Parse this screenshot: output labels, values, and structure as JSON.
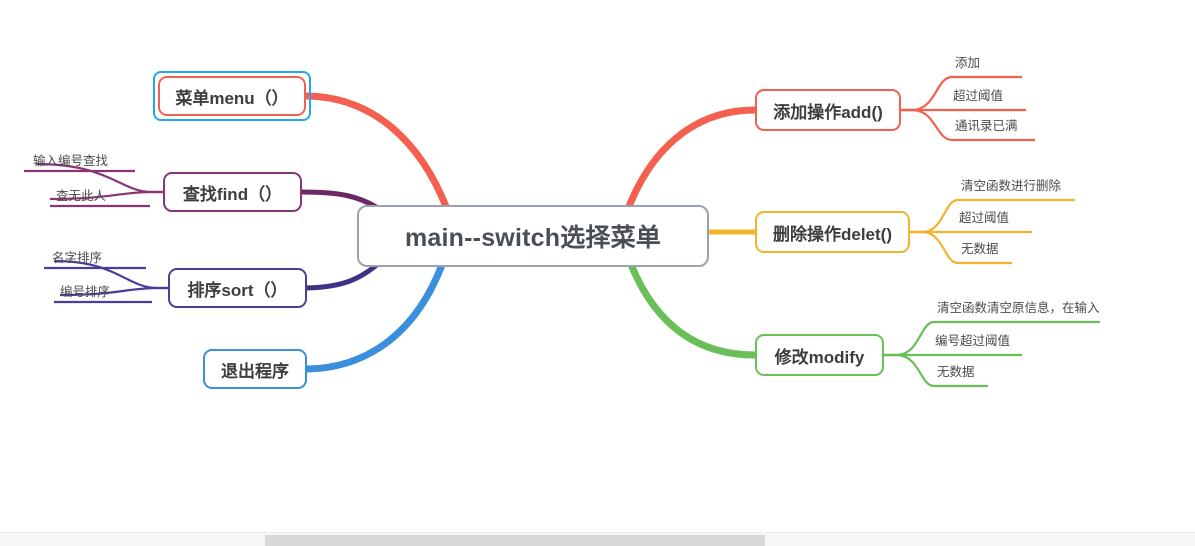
{
  "diagram": {
    "type": "mindmap",
    "center": {
      "label": "main--switch选择菜单",
      "border_color": "#9aa3ad"
    },
    "left_branches": [
      {
        "label": "菜单menu（）",
        "color": "#f4604f",
        "selected": true,
        "children": []
      },
      {
        "label": "查找find（）",
        "color": "#8a3478",
        "selected": false,
        "children": [
          "输入编号查找",
          "查无此人"
        ]
      },
      {
        "label": "排序sort（）",
        "color": "#4b3e99",
        "selected": false,
        "children": [
          "名字排序",
          "编号排序"
        ]
      },
      {
        "label": "退出程序",
        "color": "#3b8fdc",
        "selected": false,
        "children": []
      }
    ],
    "right_branches": [
      {
        "label": "添加操作add()",
        "color": "#f4604f",
        "children": [
          "添加",
          "超过阈值",
          "通讯录已满"
        ]
      },
      {
        "label": "删除操作delet()",
        "color": "#f2b32e",
        "children": [
          "清空函数进行删除",
          "超过阈值",
          "无数据"
        ]
      },
      {
        "label": "修改modify",
        "color": "#6bbf59",
        "children": [
          "清空函数清空原信息，在输入",
          "编号超过阈值",
          "无数据"
        ]
      }
    ],
    "selection_ring_color": "#22a7f0"
  },
  "scrollbar": {
    "thumb_color": "#d8d8d8",
    "track_color": "#f7f7f7"
  }
}
